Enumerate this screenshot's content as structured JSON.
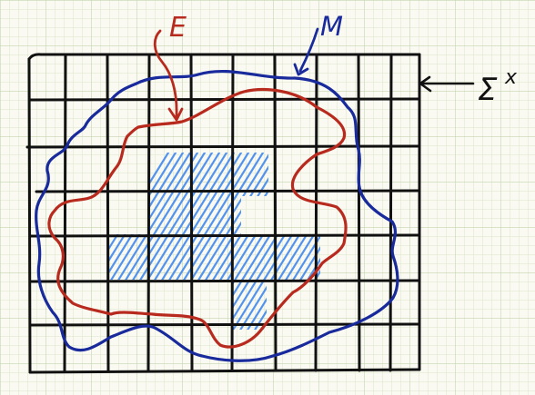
{
  "labels": {
    "e_label": "E",
    "m_label": "M",
    "sigma_label": "Σ",
    "sigma_superscript": "x"
  },
  "colors": {
    "paper": "#fbfaf2",
    "minor_grid": "#d9e7c8",
    "major_grid": "#c4d5b3",
    "main_grid": "#111111",
    "e_curve": "#b82a1e",
    "m_curve": "#182a9c",
    "hatch": "#4a8ef0",
    "arrow": "#111111"
  },
  "icons": {
    "arrow": "left-arrow-icon"
  }
}
